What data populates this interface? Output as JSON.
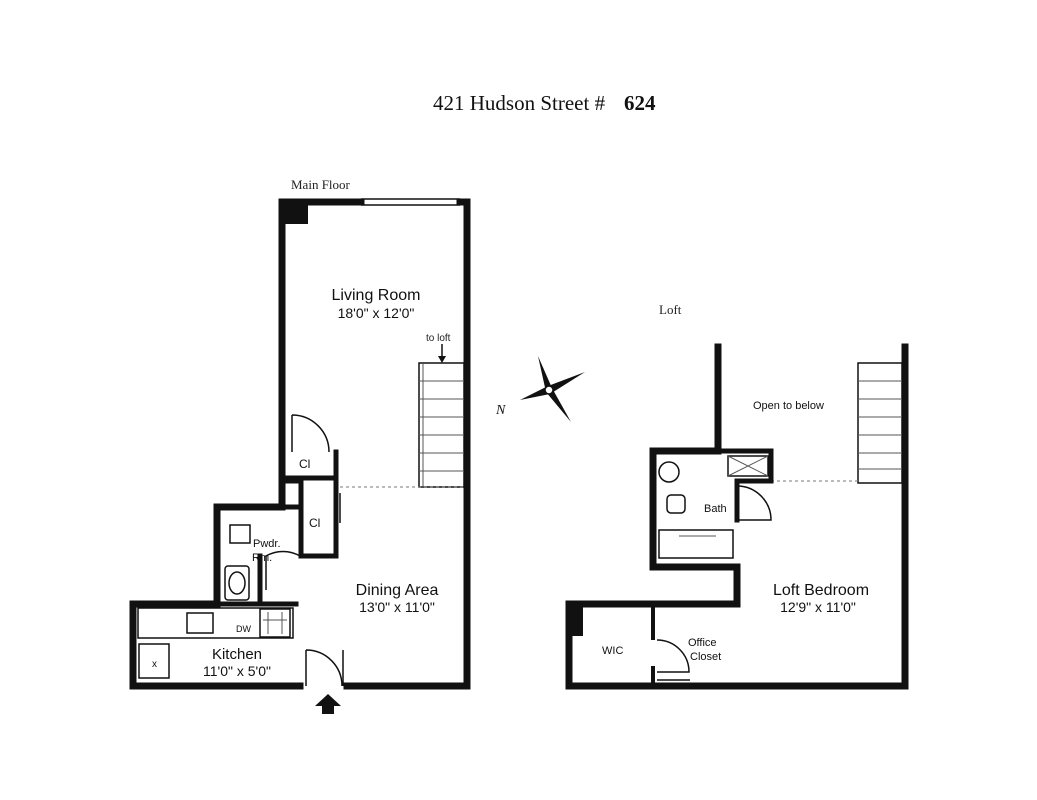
{
  "title": "421 Hudson Street #",
  "unit_number": "624",
  "main_floor": {
    "label": "Main Floor",
    "rooms": {
      "living_room": {
        "name": "Living Room",
        "dims": "18'0\" x 12'0\""
      },
      "to_loft": "to loft",
      "closet_1": "Cl",
      "closet_2": "Cl",
      "powder_room_1": "Pwdr.",
      "powder_room_2": "Rm.",
      "dw": "DW",
      "dining_area": {
        "name": "Dining Area",
        "dims": "13'0\" x 11'0\""
      },
      "kitchen": {
        "name": "Kitchen",
        "dims": "11'0\" x 5'0\""
      }
    }
  },
  "compass": {
    "label": "N"
  },
  "loft": {
    "label": "Loft",
    "rooms": {
      "open_to_below": "Open to below",
      "bath": "Bath",
      "loft_bedroom": {
        "name": "Loft Bedroom",
        "dims": "12'9\" x 11'0\""
      },
      "wic": "WIC",
      "office_1": "Office",
      "office_2": "Closet"
    }
  }
}
